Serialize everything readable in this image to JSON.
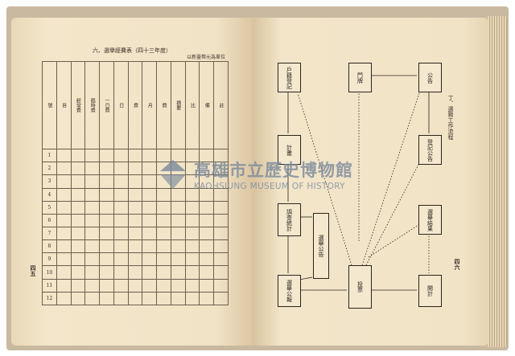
{
  "left_page": {
    "title": "六、選擧經費表（四十三年度）",
    "unit_note": "以新臺幣元為單位",
    "table": {
      "headers": [
        "號",
        "目",
        "經常費",
        "臨時費",
        "一日費",
        "日",
        "費",
        "月",
        "費",
        "摘要",
        "比",
        "備",
        "註"
      ],
      "row_numbers": [
        "1",
        "2",
        "3",
        "4",
        "5",
        "6",
        "7",
        "8",
        "9",
        "10",
        "11",
        "12"
      ]
    },
    "page_number": "四五"
  },
  "right_page": {
    "vertical_title": "丁、選務工作流程",
    "boxes": [
      "戶籍登記",
      "門牌",
      "公告",
      "計畫",
      "登記公告",
      "調查統計",
      "選舉公告",
      "投票",
      "選舉結果",
      "選舉公報",
      "開計"
    ],
    "page_number": "四六"
  },
  "watermark": {
    "chinese": "高雄市立歷史博物館",
    "english": "KAOHSIUNG MUSEUM OF HISTORY",
    "color": "#7b8a9c"
  }
}
